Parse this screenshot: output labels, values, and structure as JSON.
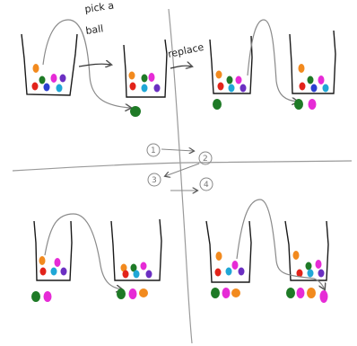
{
  "annotations": {
    "pick_a_ball": [
      "pick a",
      "ball"
    ],
    "replace": "replace"
  },
  "steps": [
    "1",
    "2",
    "3",
    "4"
  ],
  "colors": {
    "ink": "#1a1a1a",
    "arrow": "#8a8a8a",
    "orange": "#f28a1e",
    "green": "#1e7a26",
    "magenta": "#e62bd6",
    "red": "#e2231a",
    "blue": "#2b3fd0",
    "cyan": "#1fa7d6",
    "purple": "#6b2fc2"
  }
}
